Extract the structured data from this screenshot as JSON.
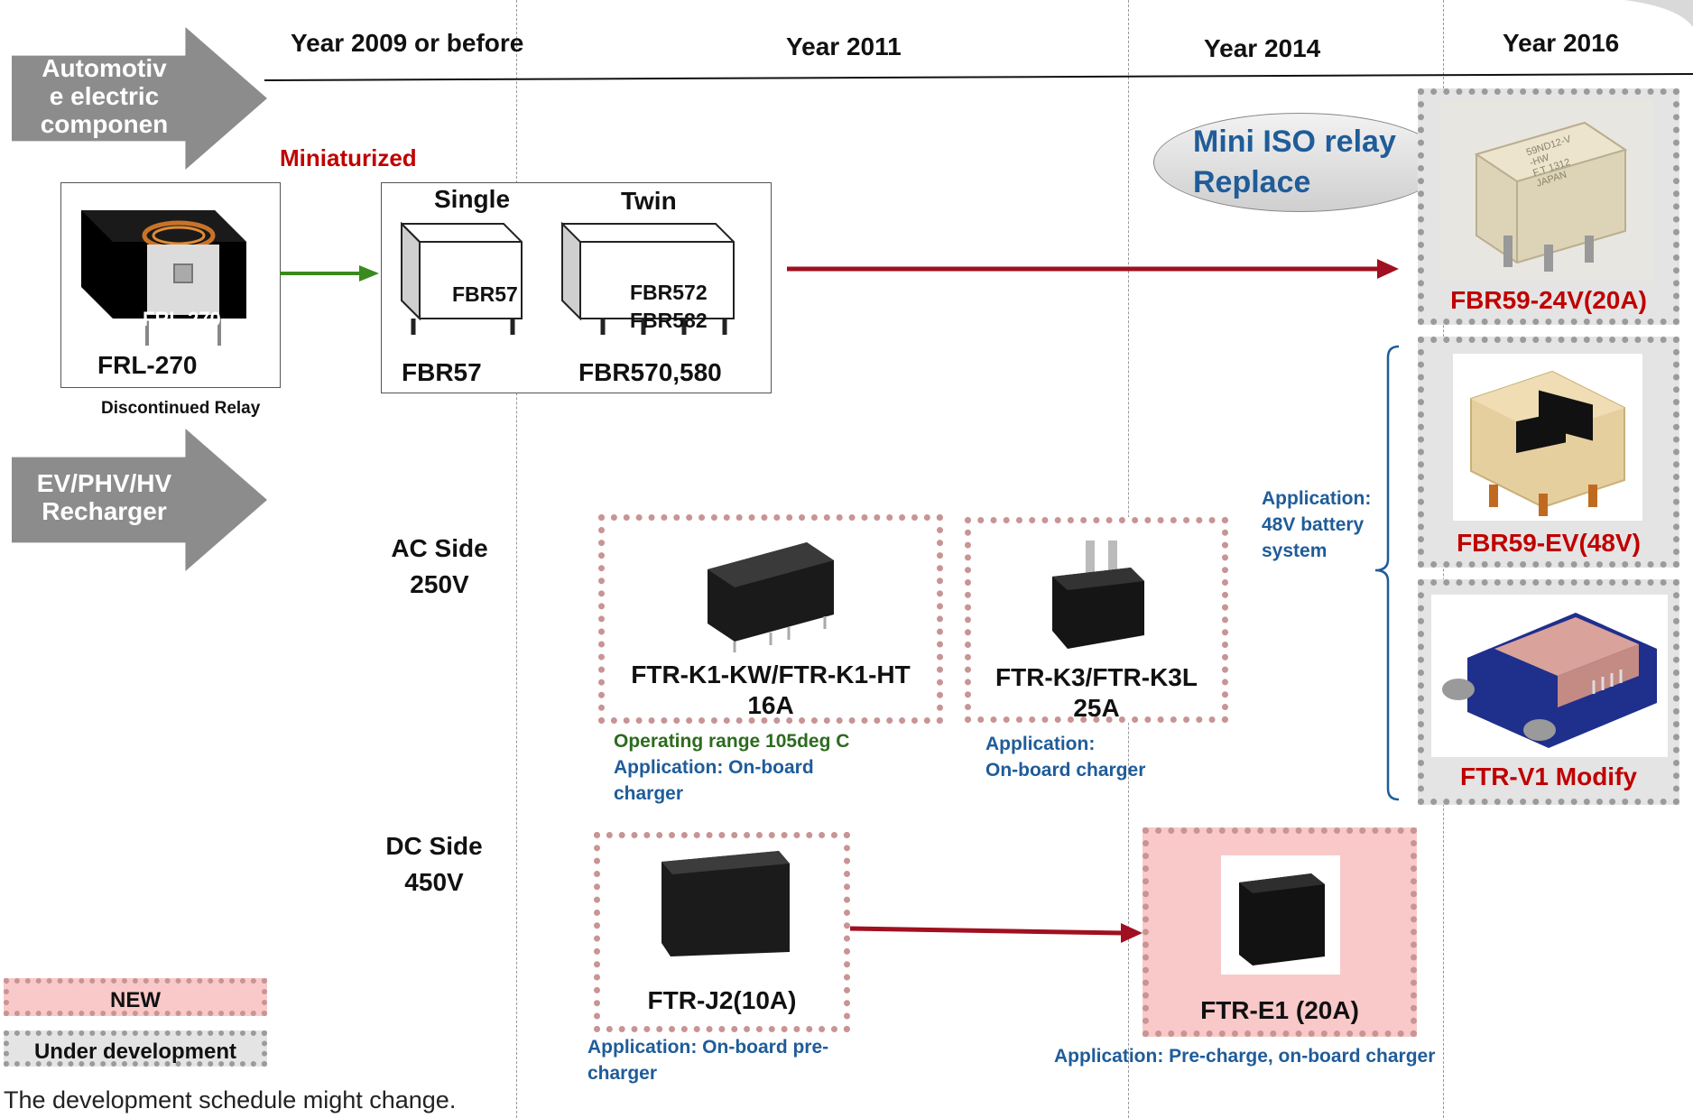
{
  "timeline": {
    "years": [
      "Year 2009 or before",
      "Year 2011",
      "Year 2014",
      "Year 2016"
    ]
  },
  "categories": {
    "automotive": "Automotiv\ne electric\ncomponen",
    "ev": "EV/PHV/HV\nRecharger"
  },
  "automotive": {
    "miniaturized": "Miniaturized",
    "frl_label_on_image": "FRL-270",
    "frl_name": "FRL-270",
    "discontinued": "Discontinued Relay",
    "single_title": "Single",
    "twin_title": "Twin",
    "single_inner": "FBR57",
    "twin_inner": "FBR572\nFBR582",
    "single_name": "FBR57",
    "twin_name": "FBR570,580",
    "mini_iso": "Mini ISO relay\nReplace",
    "fbr59_24v": "FBR59-24V(20A)",
    "fbr59_ev": "FBR59-EV(48V)",
    "ftr_v1": "FTR-V1 Modify",
    "app_48v": "Application:\n48V battery\nsystem",
    "fbr59_24v_marking": "59ND12-V\n-HW\nF.T 1312\nJAPAN"
  },
  "ev": {
    "ac_side": "AC Side\n250V",
    "dc_side": "DC Side\n450V",
    "k1_name": "FTR-K1-KW/FTR-K1-HT\n16A",
    "k1_range": "Operating range 105deg C",
    "k1_app": "Application: On-board\ncharger",
    "k3_name": "FTR-K3/FTR-K3L\n25A",
    "k3_app": "Application:\nOn-board charger",
    "j2_name": "FTR-J2(10A)",
    "j2_app": "Application: On-board pre-\ncharger",
    "e1_name": "FTR-E1 (20A)",
    "e1_app": "Application: Pre-charge, on-board charger"
  },
  "legend": {
    "new": "NEW",
    "under_dev": "Under development"
  },
  "footnote": "The development schedule might change.",
  "colors": {
    "red_text": "#c00000",
    "blue_text": "#1f5c99",
    "green_text": "#2e6b1f",
    "new_fill": "#f9c9c9",
    "under_dev_fill": "#e4e4e4",
    "category_arrow": "#8c8c8c"
  }
}
